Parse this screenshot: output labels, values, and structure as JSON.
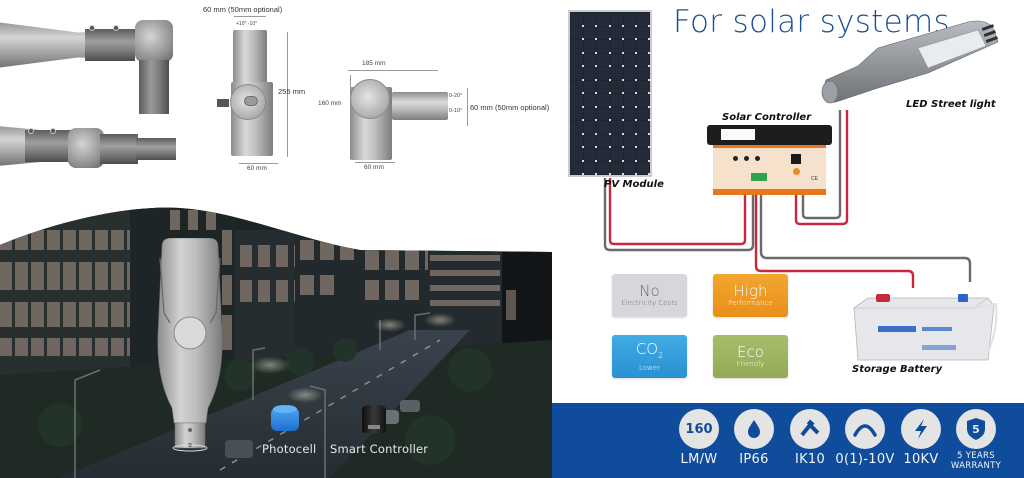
{
  "brackets": {
    "vertical": {
      "top_width": "60 mm (50mm optional)",
      "tilt": "+10° -10°",
      "height": "255 mm",
      "base_width": "60 mm"
    },
    "horizontal": {
      "length": "185 mm",
      "height": "160 mm",
      "tilt_up": "0-20°",
      "tilt_down": "0-10°",
      "tube_width": "60 mm (50mm optional)",
      "base_width": "60 mm"
    }
  },
  "night_scene": {
    "accessories": [
      {
        "label": "Photocell",
        "color": "#2f86e0"
      },
      {
        "label": "Smart Controller",
        "color": "#1a1a1a"
      }
    ]
  },
  "solar": {
    "title": "For solar systems",
    "components": {
      "pv_module": "PV Module",
      "controller": "Solar Controller",
      "street_light": "LED Street light",
      "battery": "Storage Battery"
    },
    "benefits": [
      {
        "big": "No",
        "small": "Electricity Costs",
        "color": "#d5d6db",
        "text_color": "#6b6b6b"
      },
      {
        "big": "High",
        "small": "Performance",
        "color": "#ee9a22",
        "text_color": "#ffffff"
      },
      {
        "big": "CO",
        "sub": "2",
        "small": "Lower",
        "color": "#2e9ad8",
        "text_color": "#ffffff"
      },
      {
        "big": "Eco",
        "small": "Friendly",
        "color": "#9db35d",
        "text_color": "#ffffff"
      }
    ],
    "wire_colors": {
      "positive": "#c8283a",
      "negative": "#6a6a6a"
    }
  },
  "specs": {
    "band_color": "#104c9c",
    "items": [
      {
        "icon": "lumen-efficacy-icon",
        "icon_text": "160",
        "label": "LM/W"
      },
      {
        "icon": "water-drop-icon",
        "label": "IP66"
      },
      {
        "icon": "impact-hammer-icon",
        "label": "IK10"
      },
      {
        "icon": "dimming-arc-icon",
        "label": "0(1)-10V"
      },
      {
        "icon": "lightning-bolt-icon",
        "label": "10KV"
      },
      {
        "icon": "warranty-shield-icon",
        "icon_text": "5",
        "label_line1": "5 YEARS",
        "label_line2": "WARRANTY"
      }
    ]
  }
}
